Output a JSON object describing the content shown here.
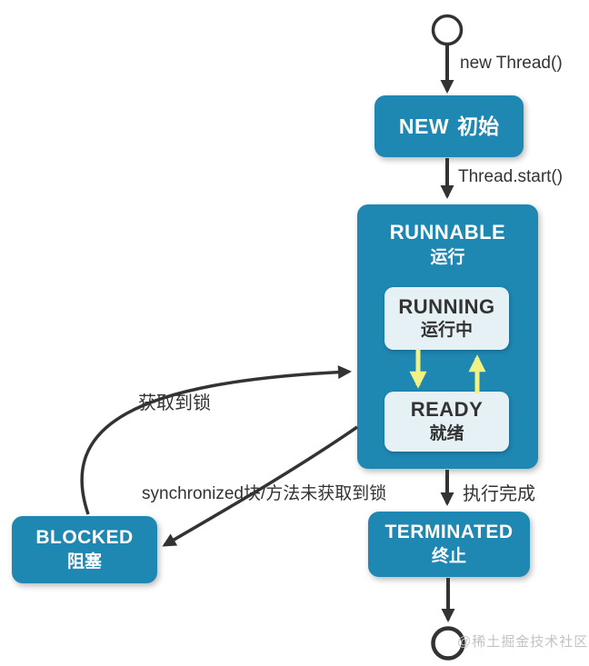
{
  "nodes": {
    "new": {
      "en": "NEW",
      "zh": "初始"
    },
    "runnable": {
      "en": "RUNNABLE",
      "zh": "运行"
    },
    "running": {
      "en": "RUNNING",
      "zh": "运行中"
    },
    "ready": {
      "en": "READY",
      "zh": "就绪"
    },
    "terminated": {
      "en": "TERMINATED",
      "zh": "终止"
    },
    "blocked": {
      "en": "BLOCKED",
      "zh": "阻塞"
    }
  },
  "edges": {
    "new_thread": {
      "label": "new Thread()"
    },
    "thread_start": {
      "label": "Thread.start()"
    },
    "exec_complete": {
      "label": "执行完成"
    },
    "acquire_lock": {
      "label": "获取到锁"
    },
    "sync_no_lock": {
      "label": "synchronized块/方法未获取到锁"
    }
  },
  "watermark": "@稀土掘金技术社区",
  "colors": {
    "box": "#1E87B2",
    "inner_box": "#E6F1F6",
    "line": "#333333",
    "yellow": "#F2F282",
    "label": "#333333",
    "node_text": "#FFFFFF",
    "inner_text": "#333333",
    "watermark": "#C3C3C3",
    "bg": "#FFFFFF"
  }
}
